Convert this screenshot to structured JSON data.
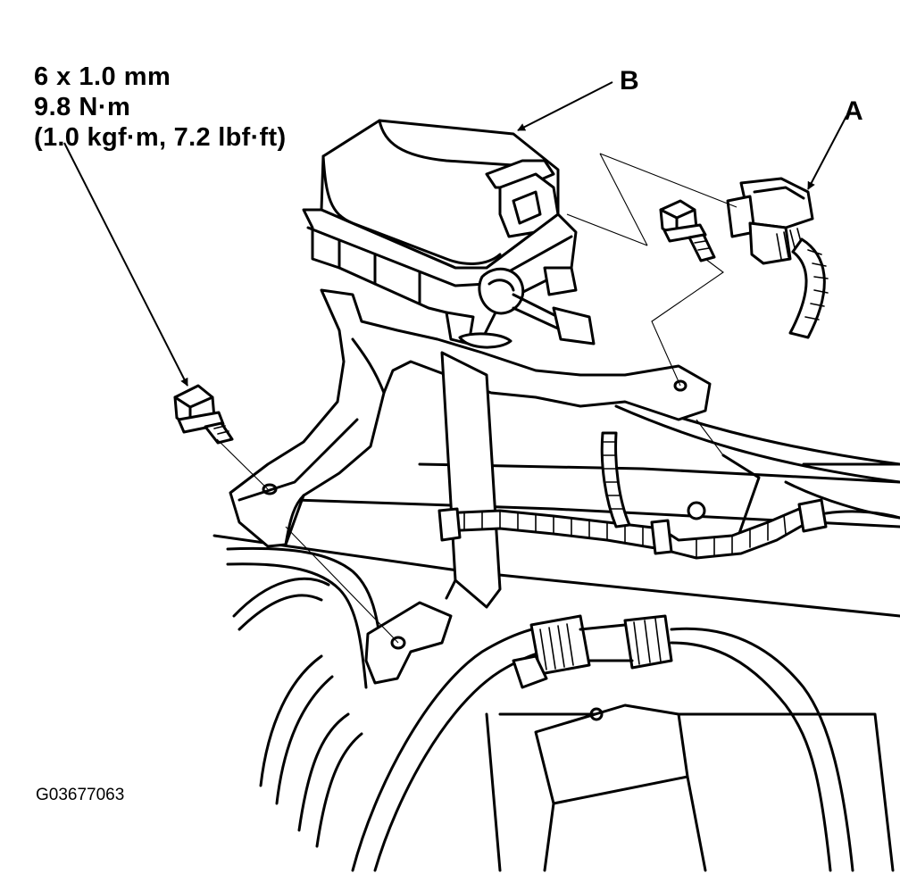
{
  "spec": {
    "size": "6 x 1.0 mm",
    "torque": "9.8 N·m",
    "torque_alt": "(1.0 kgf·m, 7.2 lbf·ft)"
  },
  "callouts": {
    "a": "A",
    "b": "B"
  },
  "figure_id": "G03677063"
}
